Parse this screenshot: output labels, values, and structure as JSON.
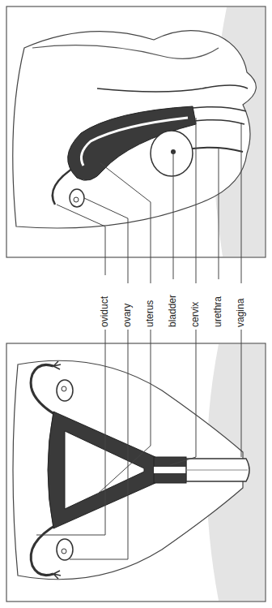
{
  "diagram": {
    "labels": [
      "oviduct",
      "ovary",
      "uterus",
      "bladder",
      "cervix",
      "urethra",
      "vagina"
    ]
  }
}
